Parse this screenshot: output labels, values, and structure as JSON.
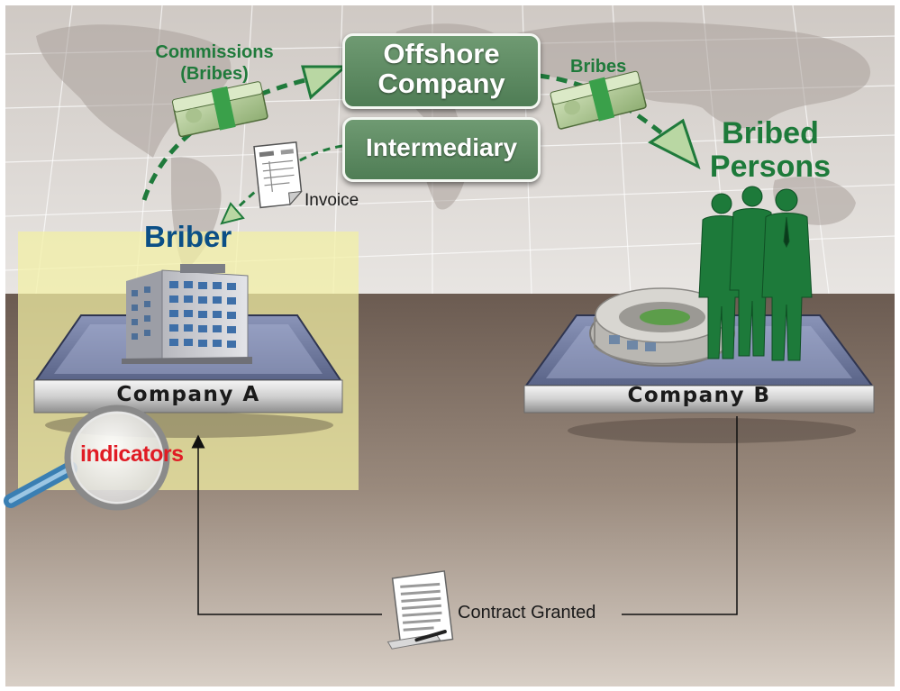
{
  "nodes": {
    "offshore_company": "Offshore\nCompany",
    "intermediary": "Intermediary",
    "briber": "Briber",
    "bribed_persons": "Bribed\nPersons",
    "company_a": "Company A",
    "company_b": "Company B",
    "indicators": "indicators"
  },
  "edges": {
    "commissions": "Commissions\n(Bribes)",
    "bribes": "Bribes",
    "invoice": "Invoice",
    "contract_granted": "Contract Granted"
  },
  "colors": {
    "flow_green": "#1f7a3b",
    "box_green": "#5a8a5f",
    "briber_blue": "#0b4f86",
    "indicators_red": "#e01b24",
    "highlight_yellow": "#f3f0a3"
  }
}
